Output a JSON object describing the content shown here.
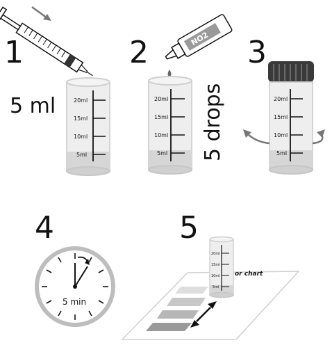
{
  "steps": [
    {
      "number": "1",
      "label": "5 ml"
    },
    {
      "number": "2",
      "label": "5 drops"
    },
    {
      "number": "3"
    },
    {
      "number": "4",
      "label": "5 min"
    },
    {
      "number": "5"
    }
  ],
  "tube_scale": [
    "20ml",
    "15ml",
    "10ml",
    "5ml"
  ],
  "small_tube_scale": [
    "20ml",
    "15ml",
    "10ml",
    "5ml"
  ],
  "reagent_bottle_label": "NO2",
  "color_chart_label": "or chart",
  "colors": {
    "ink": "#111111",
    "glass": "#e4e4e4",
    "liquid": "#d0d0d0",
    "cap": "#3a3a3a",
    "arrow": "#777777",
    "clock_face": "#bdbdbd",
    "chart_swatch": "#9a9a9a"
  }
}
